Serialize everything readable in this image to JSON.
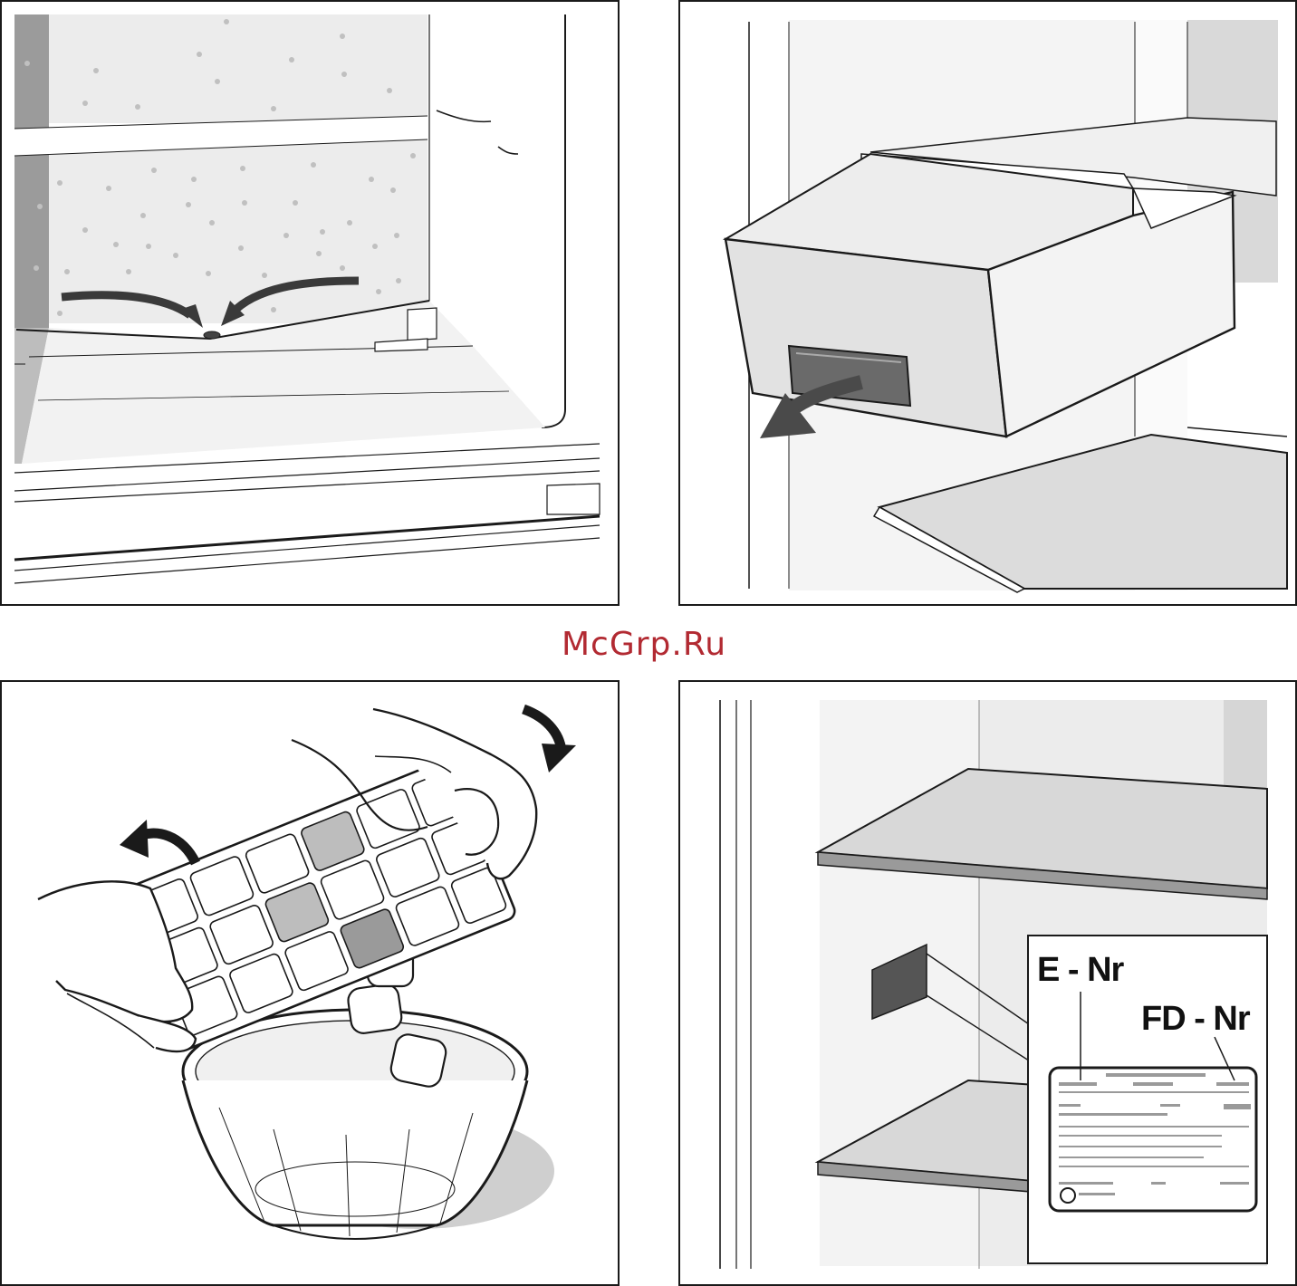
{
  "watermark": {
    "text": "McGrp.Ru"
  },
  "panels": {
    "drain": {
      "title": ""
    },
    "crisper": {
      "title": ""
    },
    "ice_tray": {
      "title": ""
    },
    "rating_plate": {
      "e_nr_label": "E - Nr",
      "fd_nr_label": "FD - Nr"
    }
  },
  "colors": {
    "line": "#1a1a1a",
    "shade_light": "#ececec",
    "shade_mid": "#c8c8c8",
    "shade_dark": "#555555",
    "arrow": "#3a3a3a",
    "watermark": "#b22a32"
  }
}
